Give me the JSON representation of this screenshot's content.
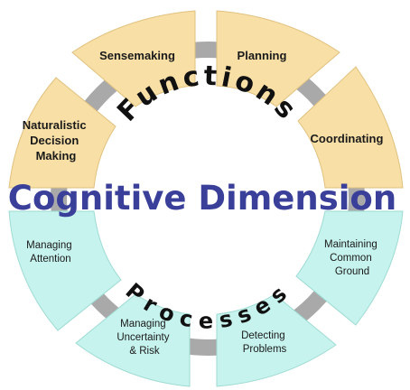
{
  "diagram": {
    "title": "Cognitive Dimension",
    "upper_ring_label": "Functions",
    "lower_ring_label": "Processes",
    "functions": [
      {
        "lines": [
          "Sensemaking"
        ]
      },
      {
        "lines": [
          "Planning"
        ]
      },
      {
        "lines": [
          "Coordinating"
        ]
      },
      {
        "lines": [
          "Naturalistic",
          "Decision",
          "Making"
        ]
      }
    ],
    "processes": [
      {
        "lines": [
          "Managing",
          "Attention"
        ]
      },
      {
        "lines": [
          "Maintaining",
          "Common",
          "Ground"
        ]
      },
      {
        "lines": [
          "Managing",
          "Uncertainty",
          "& Risk"
        ]
      },
      {
        "lines": [
          "Detecting",
          "Problems"
        ]
      }
    ],
    "colors": {
      "functions_fill": "#f8dfa6",
      "processes_fill": "#c6f3ee",
      "connector": "#a9a9a9",
      "title": "#3a3f9a"
    }
  }
}
